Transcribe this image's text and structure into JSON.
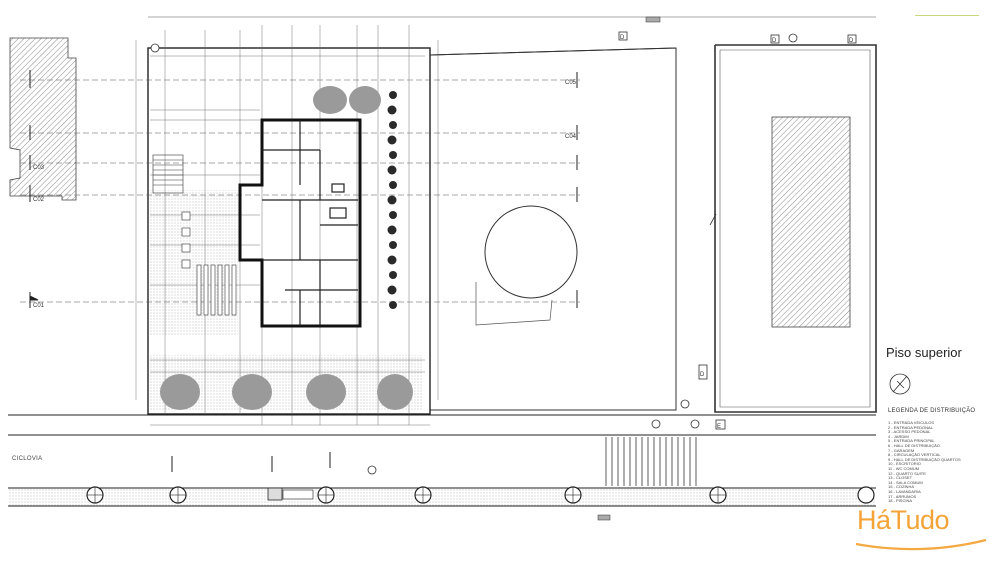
{
  "plan": {
    "floor_label": "Piso superior",
    "legend_title": "LEGENDA DE DISTRIBUIÇÃO",
    "legend_items": [
      "1 - ENTRADA VEICULOS",
      "2 - ENTRADA PEDONAL",
      "3 - ACESSO PEDONAL",
      "4 - JARDIM",
      "5 - ENTRADA PRINCIPAL",
      "6 - HALL DE DISTRIBUIÇÃO",
      "7 - GARAGEM",
      "8 - CIRCULAÇÃO VERTICAL",
      "9 - HALL DE DISTRIBUIÇÃO QUARTOS",
      "10 - ESCRITORIO",
      "11 - WC COMUM",
      "12 - QUARTO SUITE",
      "13 - CLOSET",
      "14 - SALA COMUM",
      "15 - COZINHA",
      "16 - LAVANDARIA",
      "17 - ARRUMOS",
      "18 - PISCINA"
    ],
    "street_label": "CICLOVIA",
    "section_marks": [
      "C01",
      "C02",
      "C03",
      "C04",
      "C05"
    ],
    "letter_tags": [
      "D",
      "D",
      "D",
      "E",
      "D"
    ]
  },
  "watermark": {
    "brand": "HáTudo",
    "color": "#f39a22"
  },
  "colors": {
    "line": "#2b2b2b",
    "hatch": "#9a9a9a",
    "accent_line": "#c7d97b"
  }
}
